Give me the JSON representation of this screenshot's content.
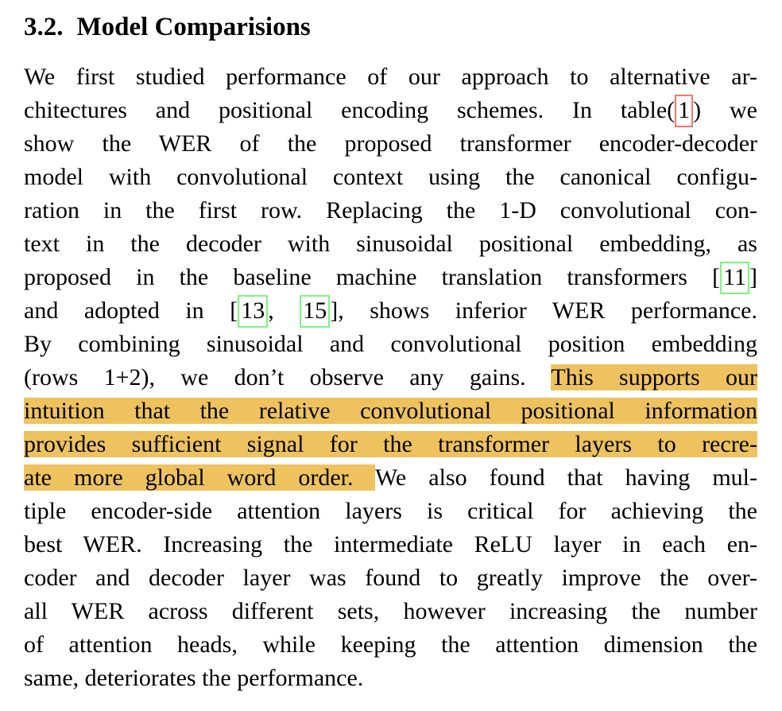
{
  "document": {
    "heading": {
      "number": "3.2.",
      "title": "Model Comparisions"
    },
    "colors": {
      "highlight": "#eec35f",
      "table_reference_box": "#f4766b",
      "citation_box": "#7df47d",
      "text": "#000000",
      "background": "#ffffff"
    },
    "paragraph": {
      "lines": [
        [
          {
            "text": "We first studied performance of our approach to alternative ar-"
          }
        ],
        [
          {
            "text": "chitectures and positional encoding schemes.  In table("
          },
          {
            "text": "1",
            "style": "ref-red"
          },
          {
            "text": ") we"
          }
        ],
        [
          {
            "text": "show the WER of the proposed transformer encoder-decoder"
          }
        ],
        [
          {
            "text": "model with convolutional context using the canonical configu-"
          }
        ],
        [
          {
            "text": "ration in the first row.  Replacing the 1-D convolutional con-"
          }
        ],
        [
          {
            "text": "text in the decoder with sinusoidal positional embedding, as"
          }
        ],
        [
          {
            "text": "proposed in the baseline machine translation transformers ["
          },
          {
            "text": "11",
            "style": "ref-green"
          },
          {
            "text": "]"
          }
        ],
        [
          {
            "text": "and adopted in ["
          },
          {
            "text": "13",
            "style": "ref-green"
          },
          {
            "text": ", "
          },
          {
            "text": "15",
            "style": "ref-green"
          },
          {
            "text": "], shows inferior WER performance."
          }
        ],
        [
          {
            "text": "By combining sinusoidal and convolutional position embedding"
          }
        ],
        [
          {
            "text": "(rows 1+2), we don’t observe any gains.  "
          },
          {
            "text": "This supports our",
            "style": "highlight"
          }
        ],
        [
          {
            "text": "intuition that the relative convolutional positional information",
            "style": "highlight"
          }
        ],
        [
          {
            "text": "provides sufficient signal for the transformer layers to recre-",
            "style": "highlight"
          }
        ],
        [
          {
            "text": "ate more global word order. ",
            "style": "highlight"
          },
          {
            "text": "We also found that having mul-"
          }
        ],
        [
          {
            "text": "tiple encoder-side attention layers is critical for achieving the"
          }
        ],
        [
          {
            "text": "best WER. Increasing the intermediate ReLU layer in each en-"
          }
        ],
        [
          {
            "text": "coder and decoder layer was found to greatly improve the over-"
          }
        ],
        [
          {
            "text": "all WER across different sets, however increasing the number"
          }
        ],
        [
          {
            "text": "of attention heads, while keeping the attention dimension the"
          }
        ],
        [
          {
            "text": "same, deteriorates the performance."
          }
        ]
      ]
    }
  }
}
